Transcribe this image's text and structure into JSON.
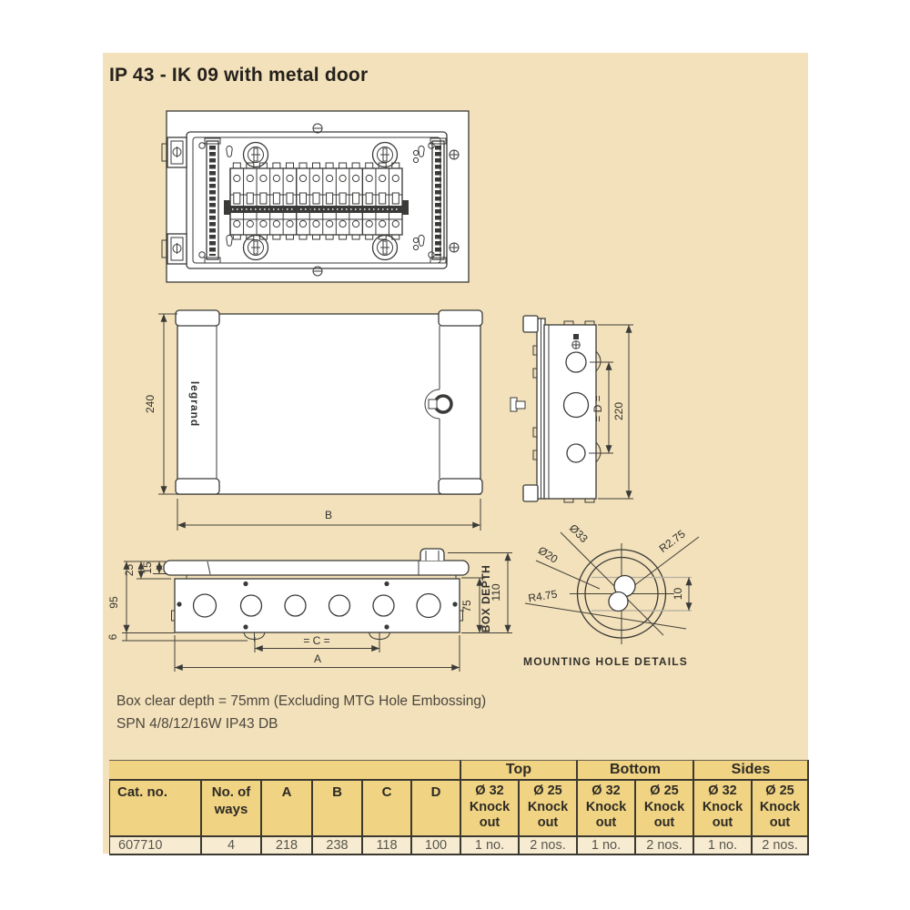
{
  "page": {
    "title": "IP 43 - IK 09 with metal door",
    "notes": [
      "Box clear depth = 75mm (Excluding MTG Hole Embossing)",
      "SPN 4/8/12/16W IP43 DB"
    ]
  },
  "drawings": {
    "door_front": {
      "brand_logo": "legrand",
      "height_dim": "240",
      "width_dim": "B"
    },
    "side_view": {
      "knockout_spacing_dim": "= D =",
      "height_dim": "220"
    },
    "bottom_view": {
      "door_assembly_dim": "25",
      "door_dim": "15",
      "overall_depth_dim": "95",
      "embossing_dim": "6",
      "box_depth_dim": "75",
      "box_depth_label": "BOX DEPTH",
      "overall_height_dim": "110",
      "knockout_span_dim": "= C =",
      "width_dim": "A"
    },
    "mounting_hole_detail": {
      "outer_dia": "Ø33",
      "inner_dia": "Ø20",
      "slot_radius_small": "R2.75",
      "slot_radius_large": "R4.75",
      "slot_length_dim": "10",
      "caption": "MOUNTING HOLE DETAILS"
    }
  },
  "table": {
    "group_labels": [
      "Top",
      "Bottom",
      "Sides"
    ],
    "columns": [
      "Cat. no.",
      "No. of ways",
      "A",
      "B",
      "C",
      "D",
      "Ø 32 Knock out",
      "Ø 25 Knock out",
      "Ø 32 Knock out",
      "Ø 25 Knock out",
      "Ø 32 Knock out",
      "Ø 25 Knock out"
    ],
    "rows": [
      [
        "607710",
        "4",
        "218",
        "238",
        "118",
        "100",
        "1 no.",
        "2 nos.",
        "1 no.",
        "2 nos.",
        "1 no.",
        "2 nos."
      ]
    ]
  },
  "colors": {
    "panel_bg": "#f2e1ba",
    "table_header_bg": "#f0d383",
    "table_row_bg": "#f7ecd2",
    "line": "#3a3a38"
  }
}
